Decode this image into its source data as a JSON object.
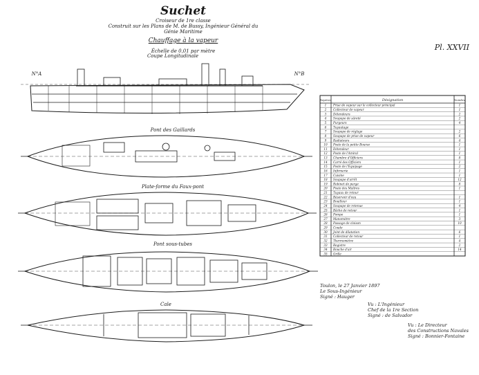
{
  "header": {
    "title": "Suchet",
    "subtitle": "Croiseur de 1re classe",
    "subtitle2": "Construit sur les Plans de M. de Bussy, Ingénieur Général du Génie Maritime",
    "heading": "Chauffage à la vapeur",
    "scale": "Échelle de 0,01 par mètre",
    "plate": "Pl. XXVII"
  },
  "views": {
    "longitudinal": "Coupe Longitudinale",
    "gaillards": "Pont des Gaillards",
    "batterie": "Plate-forme du Faux-pont",
    "faux_pont": "Pont sous-tubes",
    "cale": "Cale",
    "bow_mark": "N°A",
    "stern_mark": "N°B"
  },
  "legend": {
    "col_num": "Repères",
    "col_designation": "Désignation",
    "col_qty": "Nombre",
    "rows": [
      {
        "n": "1",
        "label": "Prise de vapeur sur le collecteur principal",
        "q": "1"
      },
      {
        "n": "2",
        "label": "Collecteur de vapeur",
        "q": "1"
      },
      {
        "n": "3",
        "label": "Détendeurs",
        "q": "2"
      },
      {
        "n": "4",
        "label": "Soupape de sûreté",
        "q": "2"
      },
      {
        "n": "5",
        "label": "Purgeurs",
        "q": "4"
      },
      {
        "n": "6",
        "label": "Tuyautage",
        "q": ""
      },
      {
        "n": "7",
        "label": "Soupape de réglage",
        "q": "2"
      },
      {
        "n": "8",
        "label": "Soupape de prise de vapeur",
        "q": "6"
      },
      {
        "n": "9",
        "label": "Radiateurs",
        "q": "4"
      },
      {
        "n": "10",
        "label": "Poste de la petite Bourse",
        "q": "1"
      },
      {
        "n": "11",
        "label": "Détendeur",
        "q": "1"
      },
      {
        "n": "12",
        "label": "Poste de l'Amiral",
        "q": "1"
      },
      {
        "n": "13",
        "label": "Chambre d'Officiers",
        "q": "8"
      },
      {
        "n": "14",
        "label": "Carré des Officiers",
        "q": "1"
      },
      {
        "n": "15",
        "label": "Poste de l'Équipage",
        "q": "2"
      },
      {
        "n": "16",
        "label": "Infirmerie",
        "q": "1"
      },
      {
        "n": "17",
        "label": "Cuisine",
        "q": "1"
      },
      {
        "n": "18",
        "label": "Soupape d'arrêt",
        "q": "12"
      },
      {
        "n": "19",
        "label": "Robinet de purge",
        "q": "8"
      },
      {
        "n": "20",
        "label": "Poste des Maîtres",
        "q": "1"
      },
      {
        "n": "21",
        "label": "Tuyaux de retour",
        "q": ""
      },
      {
        "n": "22",
        "label": "Réservoir d'eau",
        "q": "1"
      },
      {
        "n": "23",
        "label": "Bouilleur",
        "q": "1"
      },
      {
        "n": "24",
        "label": "Soupape de retenue",
        "q": "4"
      },
      {
        "n": "25",
        "label": "Bâche de retour",
        "q": "1"
      },
      {
        "n": "26",
        "label": "Pompe",
        "q": "1"
      },
      {
        "n": "27",
        "label": "Manomètre",
        "q": "3"
      },
      {
        "n": "28",
        "label": "Passage de cloison",
        "q": "10"
      },
      {
        "n": "29",
        "label": "Coude",
        "q": ""
      },
      {
        "n": "30",
        "label": "Joint de dilatation",
        "q": "6"
      },
      {
        "n": "31",
        "label": "Collecteur de retour",
        "q": "1"
      },
      {
        "n": "32",
        "label": "Thermomètre",
        "q": "4"
      },
      {
        "n": "33",
        "label": "Registre",
        "q": "2"
      },
      {
        "n": "34",
        "label": "Bouche d'air",
        "q": "14"
      },
      {
        "n": "35",
        "label": "Grille",
        "q": ""
      }
    ]
  },
  "signatures": {
    "block1": [
      "Toulon, le 27 Janvier 1897",
      "Le Sous-Ingénieur",
      "Signé : Hauger"
    ],
    "block2": [
      "Vu : L'Ingénieur",
      "Chef de la 1re Section",
      "Signé : de Salvador"
    ],
    "block3": [
      "Vu : Le Directeur",
      "des Constructions Navales",
      "Signé : Bonnier-Fontaine"
    ]
  }
}
